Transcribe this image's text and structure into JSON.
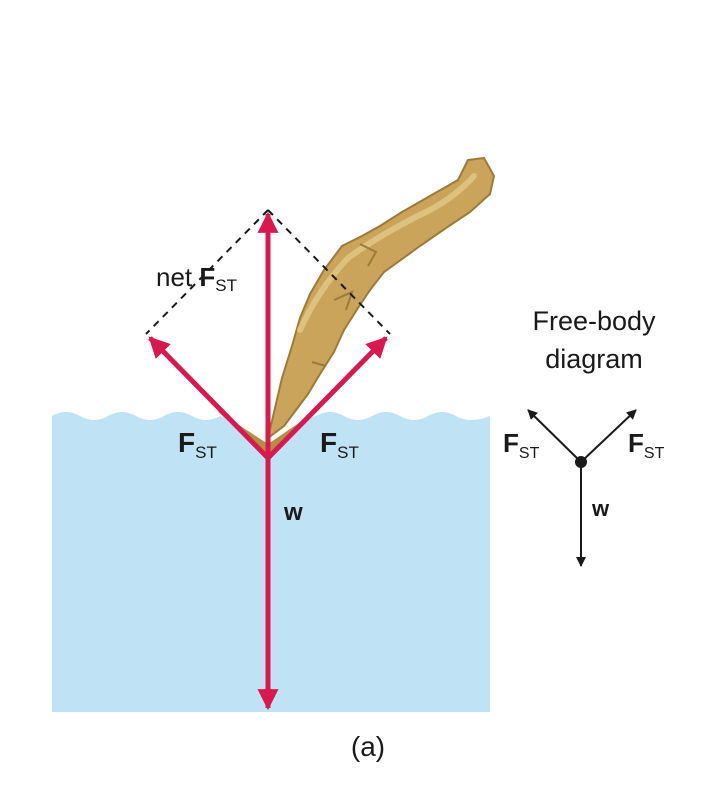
{
  "diagram": {
    "net_force_label": {
      "prefix": "net ",
      "symbol": "F",
      "subscript": "ST"
    },
    "left_force_label": {
      "symbol": "F",
      "subscript": "ST"
    },
    "right_force_label": {
      "symbol": "F",
      "subscript": "ST"
    },
    "weight_label": "w",
    "caption": "(a)",
    "colors": {
      "water": "#bfe2f5",
      "force_arrow": "#d8184f",
      "stick": "#c9a45a",
      "stick_shadow": "#9c7a3a",
      "text": "#1a1a1a"
    }
  },
  "free_body": {
    "title_line1": "Free-body",
    "title_line2": "diagram",
    "left_force_label": {
      "symbol": "F",
      "subscript": "ST"
    },
    "right_force_label": {
      "symbol": "F",
      "subscript": "ST"
    },
    "weight_label": "w"
  }
}
